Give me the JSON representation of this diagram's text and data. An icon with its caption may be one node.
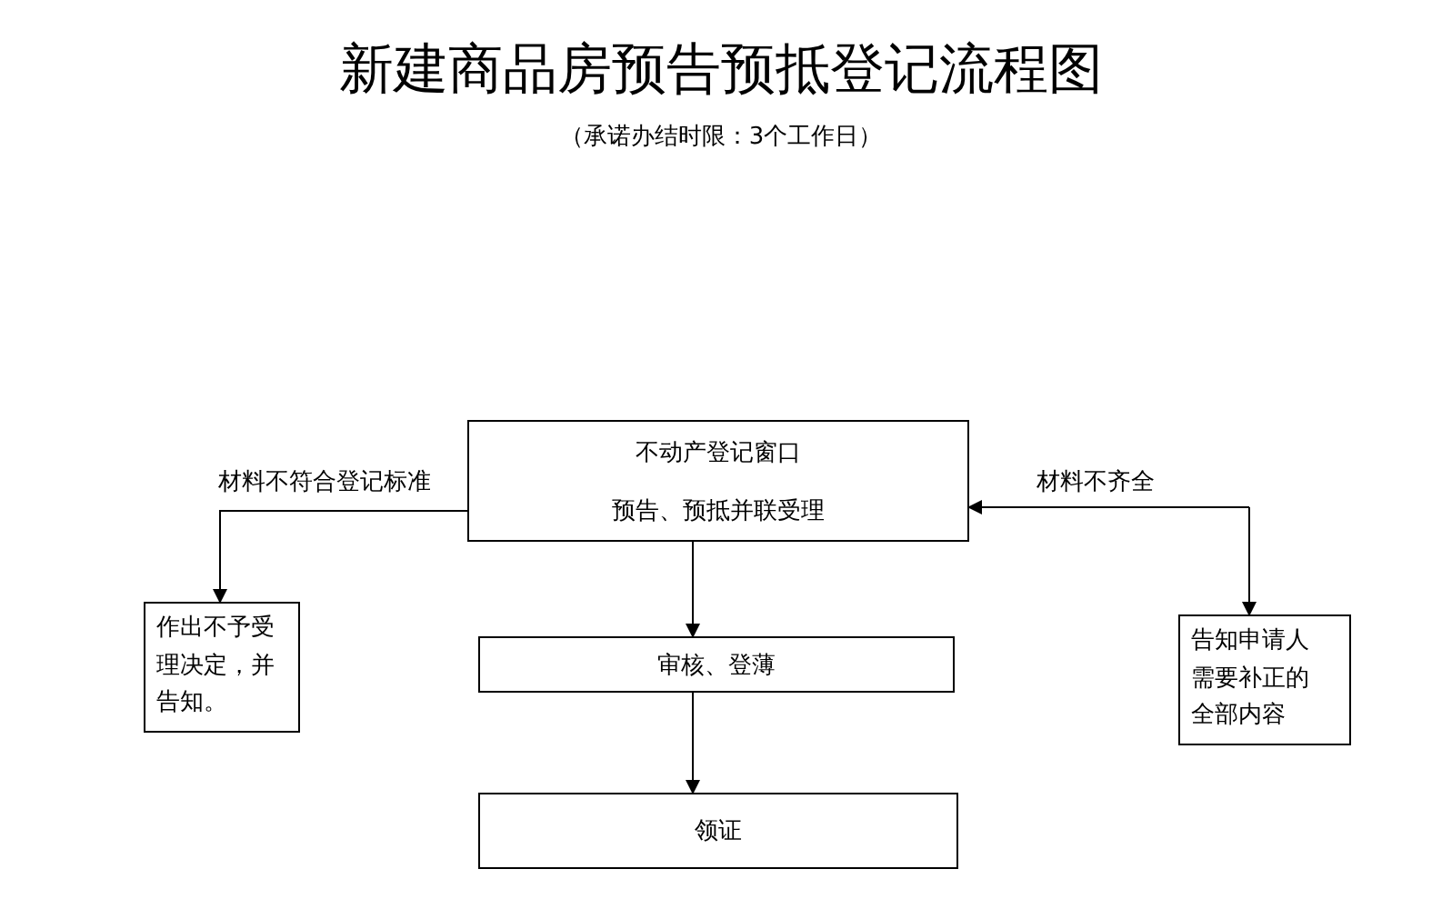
{
  "diagram": {
    "title": "新建商品房预告预抵登记流程图",
    "caption": "（承诺办结时限：3个工作日）",
    "nodes": [
      {
        "text": [
          "不动产登记窗口",
          "预告、预抵并联受理"
        ]
      },
      {
        "text": [
          "作出不予受理决定，并告知。"
        ]
      },
      {
        "text": [
          "审核、登薄"
        ]
      },
      {
        "text": [
          "领证"
        ]
      },
      {
        "text": [
          "告知申请人需要补正的全部内容"
        ]
      }
    ],
    "edges": [
      {
        "from": 0,
        "to": 1,
        "arrow": "to",
        "label": "材料不符合登记标准"
      },
      {
        "from": 0,
        "to": 2,
        "arrow": "to"
      },
      {
        "from": 2,
        "to": 3,
        "arrow": "to"
      },
      {
        "from": null,
        "to": 0,
        "arrow": "to",
        "label": "材料不齐全"
      },
      {
        "from": null,
        "to": 4,
        "arrow": "to"
      }
    ]
  }
}
